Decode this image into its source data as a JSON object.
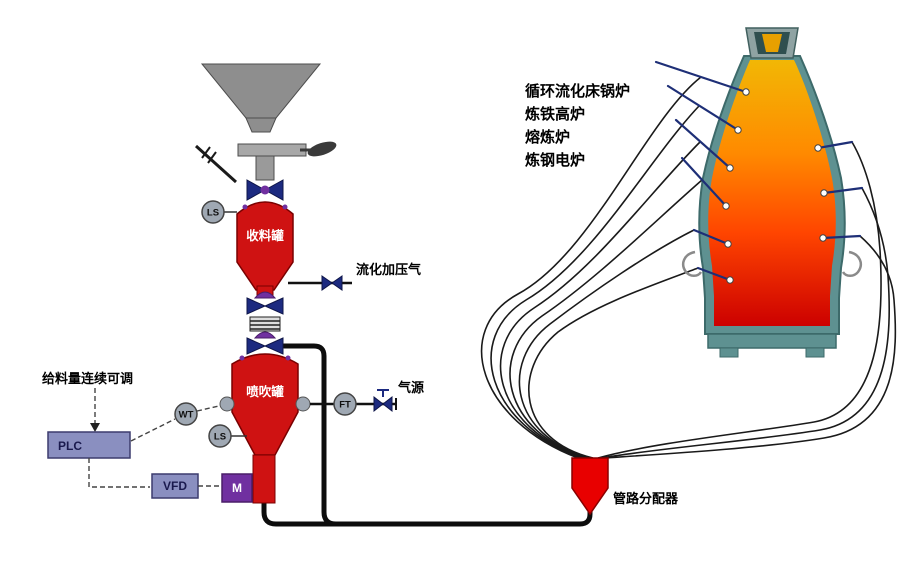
{
  "diagram": {
    "applications": [
      "循环流化床锅炉",
      "炼铁高炉",
      "熔炼炉",
      "炼钢电炉"
    ],
    "components": {
      "receiving_tank": "收料罐",
      "injection_tank": "喷吹罐",
      "distributor": "管路分配器",
      "plc": "PLC",
      "vfd": "VFD",
      "motor": "M"
    },
    "sensors": {
      "ls_top": "LS",
      "ls_bottom": "LS",
      "wt": "WT",
      "ft": "FT"
    },
    "lines": {
      "fluidization_gas": "流化加压气",
      "gas_source": "气源",
      "feed_note": "给料量连续可调"
    },
    "colors": {
      "vessel_red": "#cf1212",
      "distributor_red": "#e80000",
      "valve_navy": "#1c2a80",
      "actuator_purple": "#7030a0",
      "controller_fill": "#8a8fc0",
      "furnace_shell_teal": "#5e9191",
      "melt_top_yellow": "#f2b705",
      "melt_mid_orange": "#ff8a00",
      "melt_bottom_red": "#cc0000",
      "hopper_gray": "#8e8e8e"
    }
  }
}
